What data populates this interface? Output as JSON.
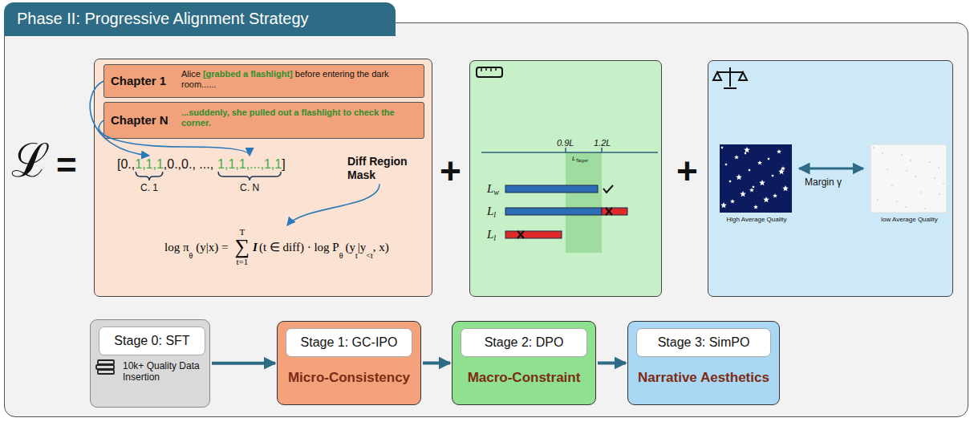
{
  "diagram": {
    "title": "Phase II: Progressive Alignment Strategy",
    "nodes": [
      {
        "text": [
          "Diff Region Mask"
        ]
      },
      {
        "text": [
          "Chapter 1",
          "Alice [grabbed a flashlight] before entering the dark room......"
        ],
        "in": 0
      },
      {
        "text": [
          "Chapter N",
          "...suddenly, she pulled out a flashlight to check the corner."
        ],
        "in": 0
      },
      {
        "text": [
          "0.9L",
          "1.2L",
          "LTarget"
        ]
      },
      {
        "text": [
          "Margin γ",
          "High Average Quality",
          "low Average Quality"
        ]
      },
      {
        "text": [
          "10k+ Quality Data Insertion"
        ]
      },
      {
        "text": [
          "Stage 0: SFT"
        ],
        "in": 5
      },
      {
        "text": [
          "Micro-Consistency"
        ]
      },
      {
        "text": [
          "Stage 1: GC-IPO"
        ],
        "in": 7
      },
      {
        "text": [
          "Macro-Constraint"
        ]
      },
      {
        "text": [
          "Stage 2: DPO"
        ],
        "in": 9
      },
      {
        "text": [
          "Narrative Aesthetics"
        ]
      },
      {
        "text": [
          "Stage 3: SimPO"
        ],
        "in": 11
      }
    ],
    "edges": [
      {
        "from": 5,
        "to": 7,
        "arrow": "to"
      },
      {
        "from": 7,
        "to": 9,
        "arrow": "to"
      },
      {
        "from": 9,
        "to": 11,
        "arrow": "to"
      }
    ],
    "labels": [
      "ℒ",
      "=",
      "[0.,",
      "1,1,1",
      ",0.,0., ...,",
      "1,1,1,...,1,1",
      "]",
      "C. 1",
      "C. N",
      "log π",
      "θ",
      "(y|x) =",
      "∑",
      "T",
      "t=1",
      "I",
      "(t ∈ diff) · log P",
      "θ",
      "(y",
      "t",
      "|y",
      "<t",
      ", x)",
      "+",
      "+",
      "Lw",
      "Ll",
      "Ll"
    ]
  }
}
